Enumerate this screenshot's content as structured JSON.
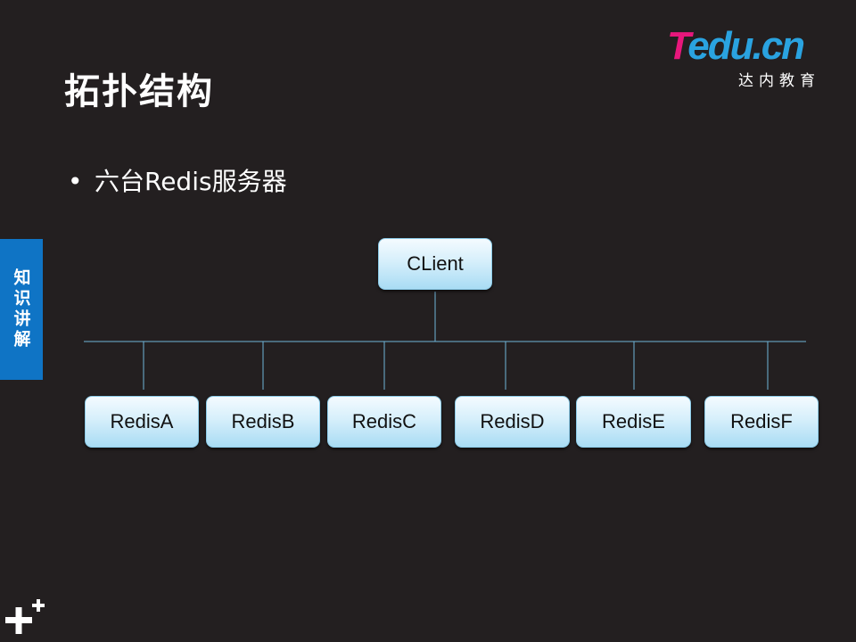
{
  "slide": {
    "title": "拓扑结构",
    "bullet": "六台Redis服务器",
    "side_tab": "知识讲解"
  },
  "logo": {
    "part1": "T",
    "part2": "edu.cn",
    "subtitle": "达内教育"
  },
  "diagram": {
    "client": "CLient",
    "servers": [
      "RedisA",
      "RedisB",
      "RedisC",
      "RedisD",
      "RedisE",
      "RedisF"
    ]
  },
  "colors": {
    "background": "#231f20",
    "side_tab": "#0f74c5",
    "node_fill": "#d6effb",
    "line": "#6fb4d8"
  }
}
